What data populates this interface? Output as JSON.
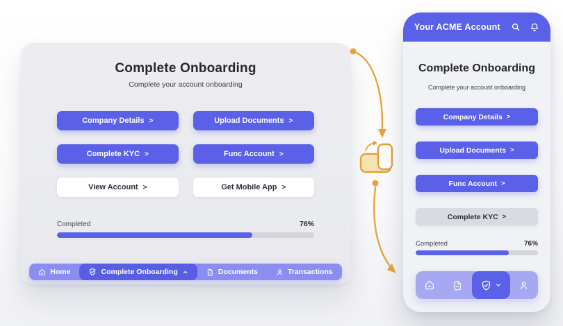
{
  "ui": {
    "chevron_right": ">"
  },
  "colors": {
    "primary": "#5b60e8",
    "nav_pill": "#8b8ef0",
    "nav_active": "#585ee3",
    "mobile_nav": "#a6a8f2",
    "card_bg": "#e9eaee",
    "phone_bg": "#f1f2f6",
    "muted_button": "#d9dbe3",
    "progress_track": "#d2d4da",
    "text_dark": "#27272f",
    "accent_amber": "#e8a43c"
  },
  "desktop": {
    "title": "Complete Onboarding",
    "subtitle": "Complete your account onboarding",
    "buttons": [
      {
        "label": "Company Details",
        "style": "primary"
      },
      {
        "label": "Upload Documents",
        "style": "primary"
      },
      {
        "label": "Complete KYC",
        "style": "primary"
      },
      {
        "label": "Func Account",
        "style": "primary"
      },
      {
        "label": "View Account",
        "style": "white"
      },
      {
        "label": "Get Mobile App",
        "style": "white"
      }
    ],
    "progress": {
      "label": "Completed",
      "value": "76%",
      "percent": 76
    },
    "nav": [
      {
        "label": "Home",
        "icon": "home-icon",
        "active": false
      },
      {
        "label": "Complete Onboarding",
        "icon": "shield-check-icon",
        "active": true,
        "chevron": "up"
      },
      {
        "label": "Documents",
        "icon": "document-icon",
        "active": false
      },
      {
        "label": "Transactions",
        "icon": "person-icon",
        "active": false
      }
    ]
  },
  "phone": {
    "header": {
      "title": "Your ACME Account",
      "icons": [
        "search-icon",
        "bell-icon"
      ]
    },
    "title": "Complete Onboarding",
    "subtitle": "Complete your account onboarding",
    "buttons": [
      {
        "label": "Company Details",
        "style": "primary"
      },
      {
        "label": "Upload Documents",
        "style": "primary"
      },
      {
        "label": "Func Account",
        "style": "primary"
      },
      {
        "label": "Complete KYC",
        "style": "muted"
      }
    ],
    "progress": {
      "label": "Completed",
      "value": "76%",
      "percent": 76
    },
    "nav_icons": [
      "home-icon",
      "document-icon",
      "shield-check-icon",
      "person-icon"
    ],
    "nav_active_icon": "shield-check-icon"
  },
  "connector": {
    "icon": "rotate-device-icon"
  }
}
